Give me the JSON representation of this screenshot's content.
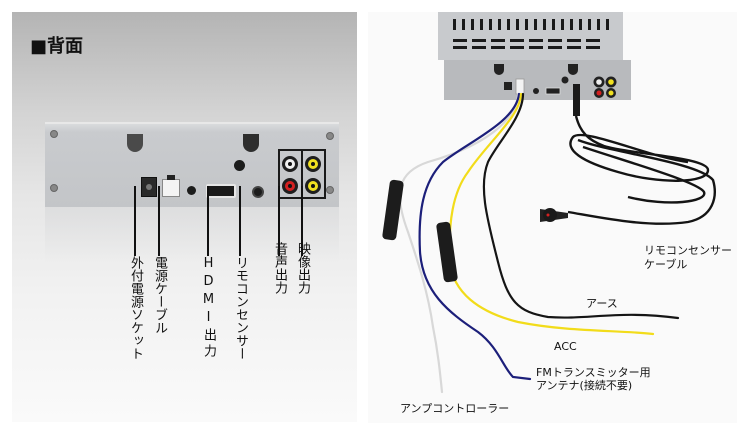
{
  "left_panel": {
    "title": "■背面",
    "labels": [
      {
        "id": "dc-socket",
        "text": "外付電源ソケット"
      },
      {
        "id": "power-cable",
        "text": "電源ケーブル"
      },
      {
        "id": "hdmi-out",
        "text": "HDMI出力"
      },
      {
        "id": "remote-sensor",
        "text": "リモコンセンサー"
      },
      {
        "id": "audio-out",
        "text": "音声出力"
      },
      {
        "id": "video-out",
        "text": "映像出力"
      }
    ]
  },
  "right_panel": {
    "labels": {
      "remote_sensor_cable_1": "リモコンセンサー",
      "remote_sensor_cable_2": "ケーブル",
      "ground": "アース",
      "acc": "ACC",
      "fm_antenna_1": "FMトランスミッター用",
      "fm_antenna_2": "アンテナ(接続不要)",
      "amp_controller": "アンプコントローラー"
    }
  },
  "colors": {
    "wire_yellow": "#f2dc1a",
    "wire_blue": "#1c1f7a",
    "wire_black": "#151515",
    "wire_white": "#f5f5f5",
    "rca_white": "#f0f0f0",
    "rca_red": "#d42020",
    "rca_yellow": "#f0e020",
    "chassis": "#c4c6c9"
  }
}
